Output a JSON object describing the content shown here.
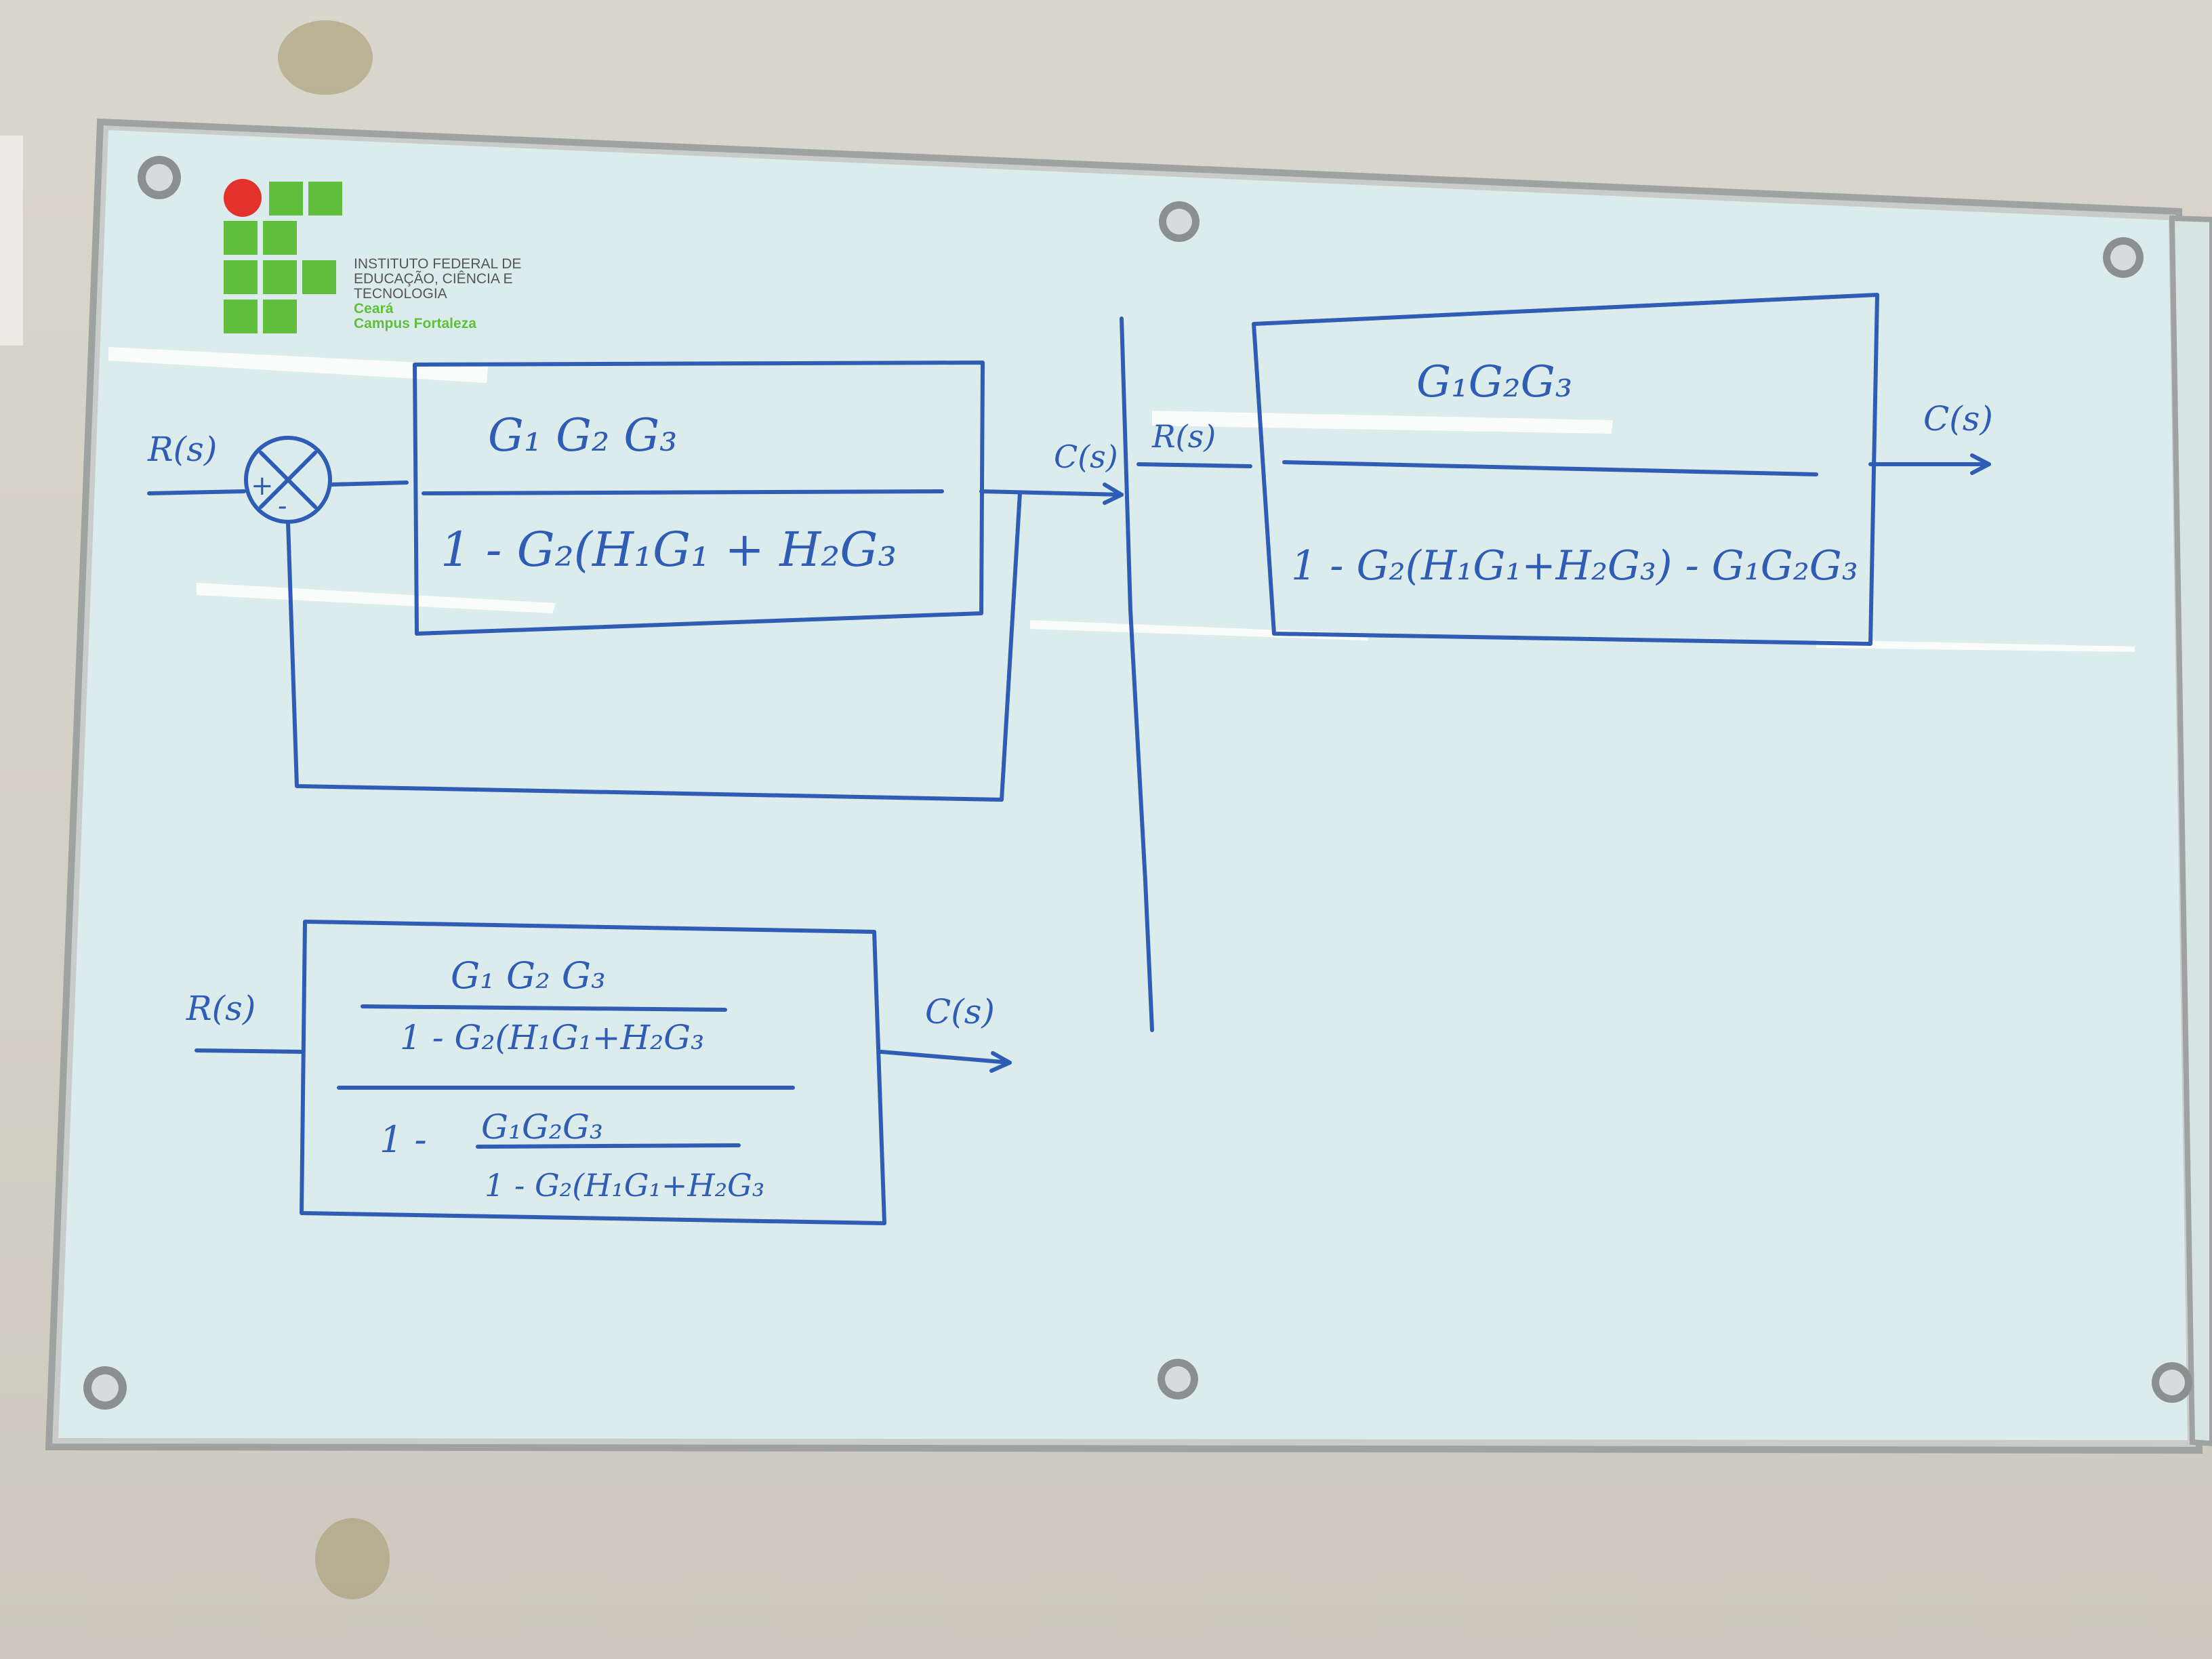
{
  "logo": {
    "line1": "INSTITUTO FEDERAL DE",
    "line2": "EDUCAÇÃO, CIÊNCIA E",
    "line3": "TECNOLOGIA",
    "line4": "Ceará",
    "line5": "Campus Fortaleza",
    "colors": {
      "green": "#5fbf3d",
      "red": "#e3322b"
    }
  },
  "diagram_top_left": {
    "input_label": "R(s)",
    "sum_plus": "+",
    "sum_minus": "-",
    "numerator": "G₁ G₂ G₃",
    "denominator": "1 - G₂(H₁G₁ + H₂G₃",
    "output_label": "C(s)"
  },
  "diagram_top_right": {
    "input_label": "R(s)",
    "numerator": "G₁G₂G₃",
    "denominator": "1 - G₂(H₁G₁+H₂G₃) - G₁G₂G₃",
    "output_label": "C(s)"
  },
  "diagram_bottom_left": {
    "input_label": "R(s)",
    "inner_numerator": "G₁ G₂ G₃",
    "inner_denominator": "1 - G₂(H₁G₁+H₂G₃",
    "outer_prefix": "1 -",
    "lower_numerator": "G₁G₂G₃",
    "lower_denominator": "1 - G₂(H₁G₁+H₂G₃",
    "output_label": "C(s)"
  },
  "ink_color": "#2f5db5"
}
